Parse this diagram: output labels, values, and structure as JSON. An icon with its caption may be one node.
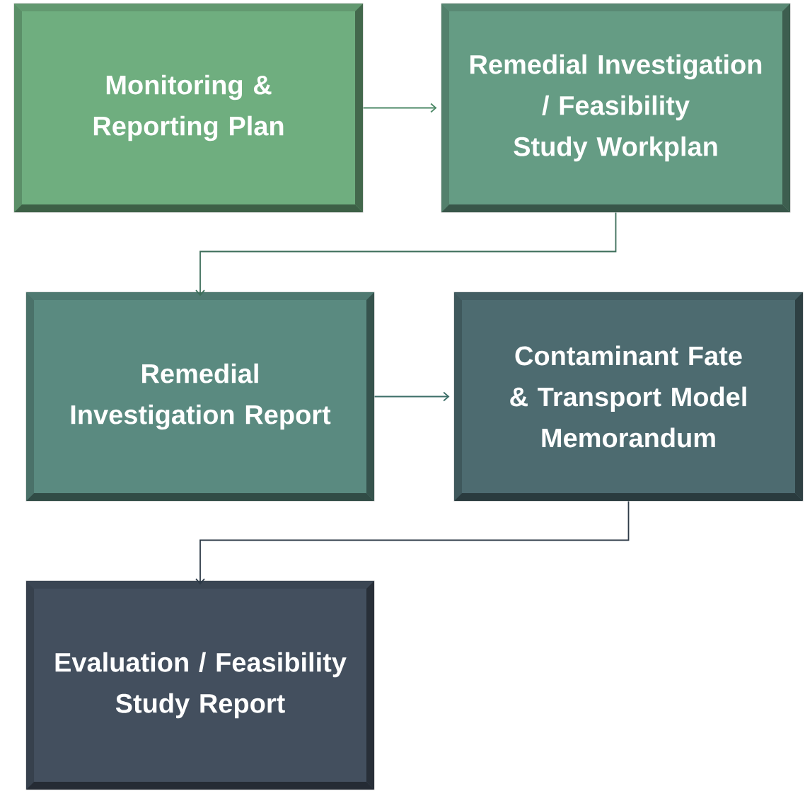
{
  "diagram": {
    "nodes": [
      {
        "text": [
          "Monitoring & Reporting Plan"
        ]
      },
      {
        "text": [
          "Remedial Investigation / Feasibility Study Workplan"
        ]
      },
      {
        "text": [
          "Remedial Investigation Report"
        ]
      },
      {
        "text": [
          "Contaminant Fate & Transport Model Memorandum"
        ]
      },
      {
        "text": [
          "Evaluation / Feasibility Study Report"
        ]
      }
    ],
    "edges": [
      {
        "from": 0,
        "to": 1,
        "arrow": "to"
      },
      {
        "from": 1,
        "to": 2,
        "arrow": "to"
      },
      {
        "from": 2,
        "to": 3,
        "arrow": "to"
      },
      {
        "from": 3,
        "to": 4,
        "arrow": "to"
      }
    ]
  }
}
